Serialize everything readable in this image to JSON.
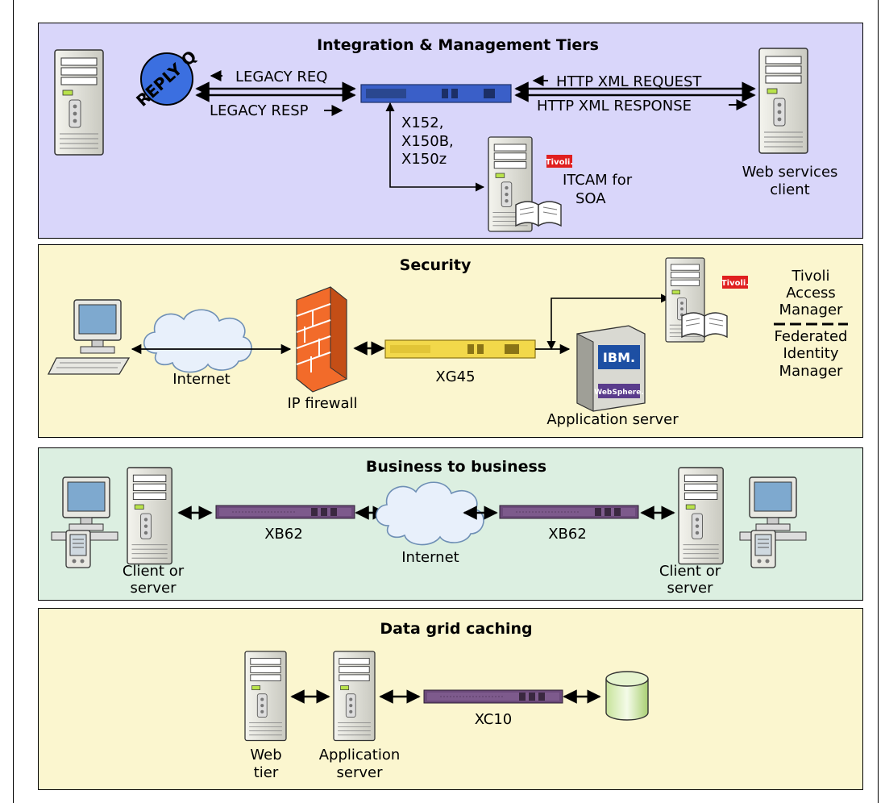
{
  "colors": {
    "integration_bg": "#d9d6fa",
    "security_bg": "#fbf6cf",
    "b2b_bg": "#dcefe1",
    "grid_bg": "#fbf6cf",
    "tivoli_red": "#e01f1f",
    "reply_q_blue": "#3b6fe0",
    "xb_purple": "#6b4a7a",
    "xg_yellow": "#f2d84a",
    "x152_blue": "#3a5fc8",
    "firewall_orange": "#f26b2a"
  },
  "integration": {
    "title": "Integration & Management Tiers",
    "reply_q": "REPLY Q",
    "legacy_req": "LEGACY REQ",
    "legacy_resp": "LEGACY RESP",
    "http_req": "HTTP XML REQUEST",
    "http_resp": "HTTP XML RESPONSE",
    "appliance_line1": "X152,",
    "appliance_line2": "X150B,",
    "appliance_line3": "X150z",
    "tivoli_logo": "Tivoli.",
    "itcam_line1": "ITCAM for",
    "itcam_line2": "SOA",
    "client_line1": "Web services",
    "client_line2": "client"
  },
  "security": {
    "title": "Security",
    "internet": "Internet",
    "firewall": "IP firewall",
    "appliance": "XG45",
    "app_server": "Application server",
    "ibm_logo": "IBM.",
    "websphere_logo": "WebSphere.",
    "tivoli_logo": "Tivoli.",
    "tam_line1": "Tivoli",
    "tam_line2": "Access",
    "tam_line3": "Manager",
    "fim_line1": "Federated",
    "fim_line2": "Identity",
    "fim_line3": "Manager"
  },
  "b2b": {
    "title": "Business to business",
    "left_client_line1": "Client or",
    "left_client_line2": "server",
    "left_appliance": "XB62",
    "internet": "Internet",
    "right_appliance": "XB62",
    "right_client_line1": "Client or",
    "right_client_line2": "server"
  },
  "grid": {
    "title": "Data grid caching",
    "web_tier_line1": "Web",
    "web_tier_line2": "tier",
    "app_server_line1": "Application",
    "app_server_line2": "server",
    "appliance": "XC10"
  }
}
